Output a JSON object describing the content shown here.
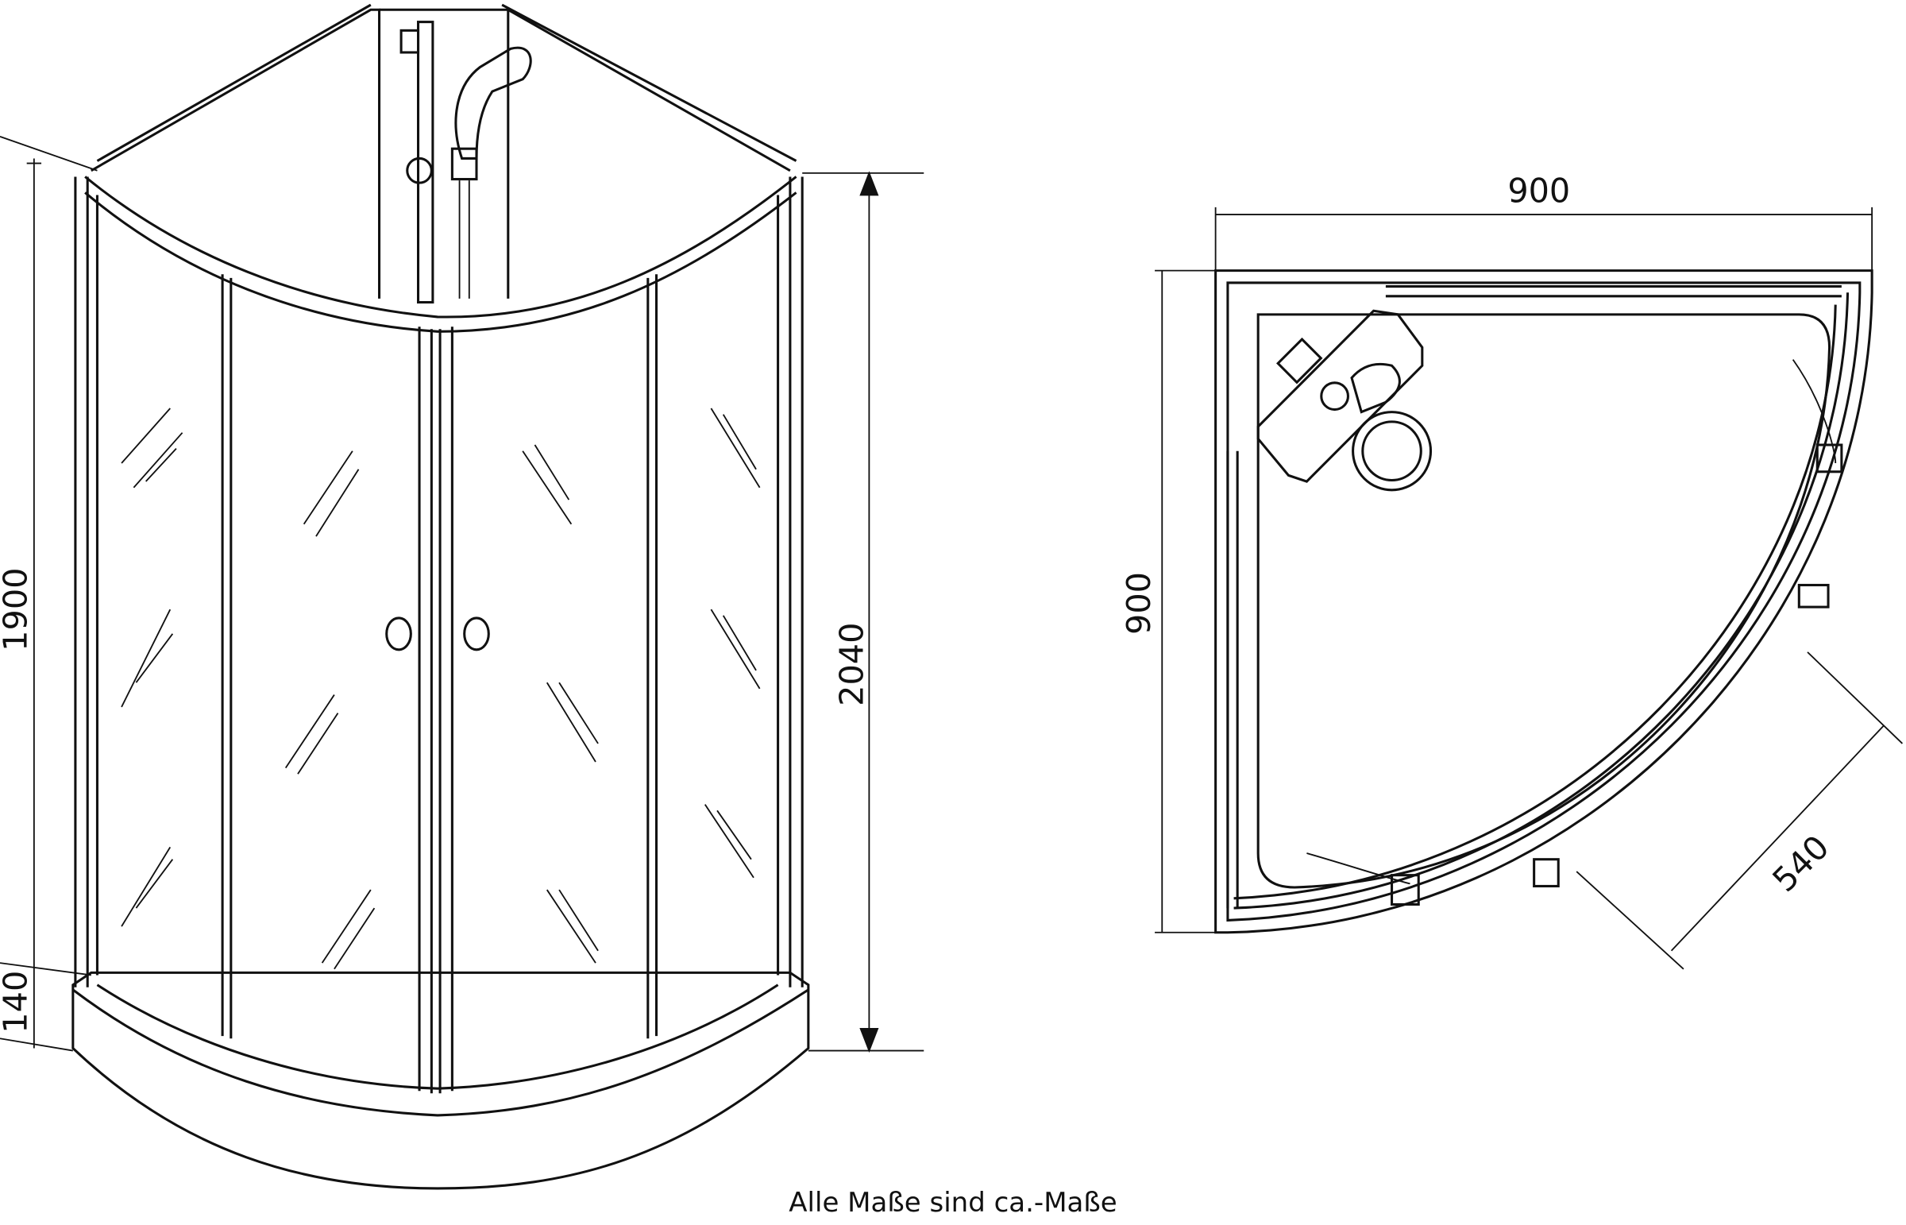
{
  "caption": "Alle Maße sind ca.-Maße",
  "front_view": {
    "dim_height_glass": "1900",
    "dim_height_tray": "140",
    "dim_height_total": "2040"
  },
  "plan_view": {
    "dim_width": "900",
    "dim_depth": "900",
    "dim_door_opening": "540"
  }
}
